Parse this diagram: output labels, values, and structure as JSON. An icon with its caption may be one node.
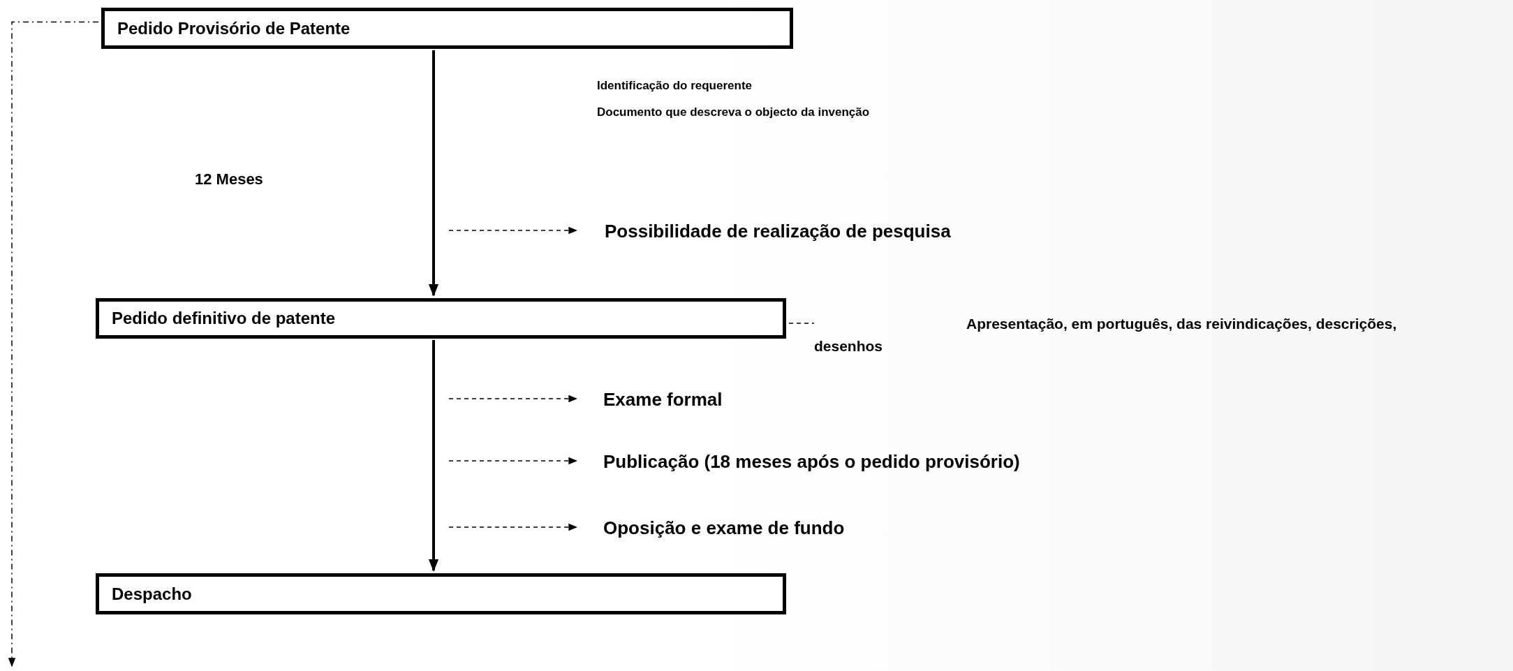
{
  "diagram": {
    "nodes": [
      {
        "text": [
          "Pedido Provisório de Patente"
        ]
      },
      {
        "text": [
          "Pedido definitivo de patente"
        ]
      },
      {
        "text": [
          "Despacho"
        ]
      },
      {
        "text": [
          "Possibilidade de realização de pesquisa"
        ]
      },
      {
        "text": [
          "Exame formal"
        ]
      },
      {
        "text": [
          "Publicação (18 meses após o pedido provisório)"
        ]
      },
      {
        "text": [
          "Oposição e exame de fundo"
        ]
      },
      {
        "text": [
          "Apresentação, em português, das reivindicações, descrições, desenhos"
        ]
      }
    ],
    "edges": [
      {
        "from": 0,
        "to": 1,
        "arrow": "to"
      },
      {
        "from": 1,
        "to": 2,
        "arrow": "to"
      },
      {
        "from": null,
        "to": 3,
        "arrow": "to",
        "style": "dashed"
      },
      {
        "from": null,
        "to": 4,
        "arrow": "to",
        "style": "dashed"
      },
      {
        "from": null,
        "to": 5,
        "arrow": "to",
        "style": "dashed"
      },
      {
        "from": null,
        "to": 6,
        "arrow": "to",
        "style": "dashed"
      },
      {
        "from": 1,
        "to": 7,
        "arrow": "none",
        "style": "dashed"
      },
      {
        "from": 0,
        "to": null,
        "arrow": "to",
        "style": "dashed"
      }
    ],
    "labels": [
      "Identificação do requerente",
      "Documento que descreva o objecto da invenção",
      "12 Meses"
    ]
  }
}
